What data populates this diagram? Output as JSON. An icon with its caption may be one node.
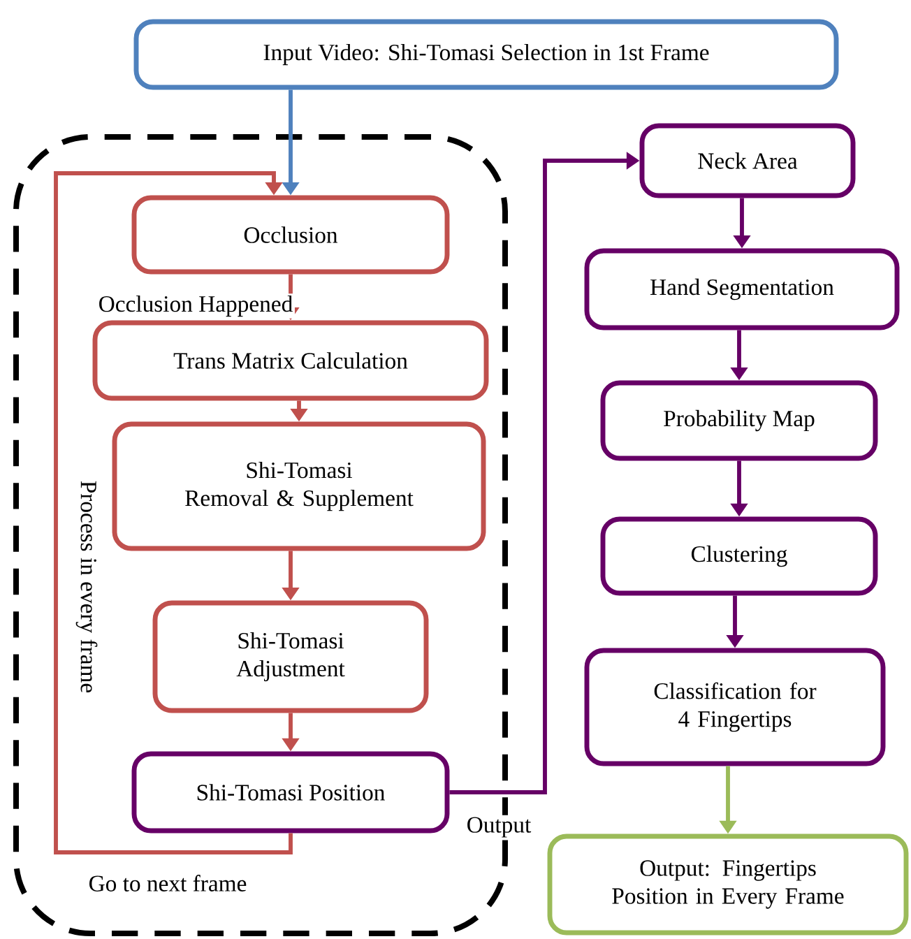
{
  "diagram": {
    "nodes": [
      {
        "text": [
          "Input Video: Shi-Tomasi Selection in 1st Frame"
        ]
      },
      {
        "text": [],
        "shape": "box"
      },
      {
        "text": [
          "Occlusion"
        ],
        "in": 1
      },
      {
        "text": [
          "Trans Matrix Calculation"
        ],
        "in": 1
      },
      {
        "text": [
          "Shi-Tomasi Removal & Supplement"
        ],
        "in": 1
      },
      {
        "text": [
          "Shi-Tomasi Adjustment"
        ],
        "in": 1
      },
      {
        "text": [
          "Shi-Tomasi Position"
        ],
        "in": 1
      },
      {
        "text": [
          "Neck Area"
        ]
      },
      {
        "text": [
          "Hand Segmentation"
        ]
      },
      {
        "text": [
          "Probability Map"
        ]
      },
      {
        "text": [
          "Clustering"
        ]
      },
      {
        "text": [
          "Classification for 4 Fingertips"
        ]
      },
      {
        "text": [
          "Output: Fingertips Position in Every Frame"
        ]
      }
    ],
    "edges": [
      {
        "from": 0,
        "to": 2,
        "arrow": "to",
        "color": "#4f81bd"
      },
      {
        "from": 2,
        "to": 3,
        "arrow": "to",
        "label": "Occlusion  Happened",
        "color": "#c0504d"
      },
      {
        "from": 3,
        "to": 4,
        "arrow": "to",
        "color": "#c0504d"
      },
      {
        "from": 4,
        "to": 5,
        "arrow": "to",
        "color": "#c0504d"
      },
      {
        "from": 5,
        "to": 6,
        "arrow": "to",
        "color": "#c0504d"
      },
      {
        "from": 6,
        "to": 2,
        "arrow": "to",
        "label": "Go to next frame",
        "color": "#c0504d"
      },
      {
        "from": 6,
        "to": 7,
        "arrow": "to",
        "label": "Output",
        "color": "#660066"
      },
      {
        "from": 7,
        "to": 8,
        "arrow": "to",
        "color": "#660066"
      },
      {
        "from": 8,
        "to": 9,
        "arrow": "to",
        "color": "#660066"
      },
      {
        "from": 9,
        "to": 10,
        "arrow": "to",
        "color": "#660066"
      },
      {
        "from": 10,
        "to": 11,
        "arrow": "to",
        "color": "#660066"
      },
      {
        "from": 11,
        "to": 12,
        "arrow": "to",
        "color": "#9bbb59"
      }
    ],
    "labels": [
      "Process in every frame"
    ]
  }
}
